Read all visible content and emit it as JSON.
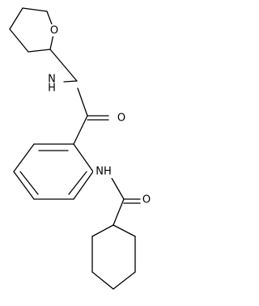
{
  "molecule": {
    "atom_labels": {
      "ring_oxygen": "O",
      "amide_nh_top": "N",
      "amide_h_top": "H",
      "carbonyl_o_top": "O",
      "amide_nh_bottom": "NH",
      "carbonyl_o_bottom": "O"
    }
  }
}
